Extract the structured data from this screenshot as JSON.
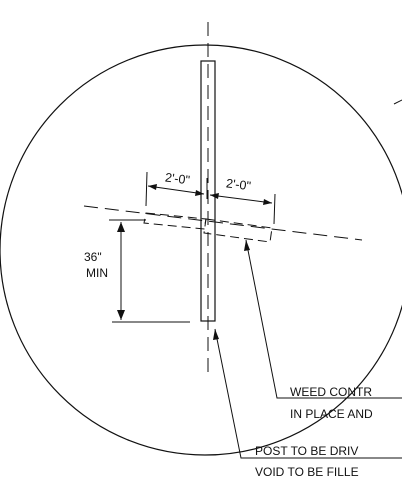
{
  "dimensions": {
    "left_width": "2'-0\"",
    "right_width": "2'-0\"",
    "depth_value": "36\"",
    "depth_qualifier": "MIN"
  },
  "callouts": {
    "weed_control": {
      "line1": "WEED CONTR",
      "line2": "IN PLACE AND"
    },
    "post": {
      "line1": "POST TO BE DRIV",
      "line2": "VOID TO BE FILLE"
    }
  },
  "colors": {
    "ink": "#111111",
    "background": "#ffffff"
  }
}
